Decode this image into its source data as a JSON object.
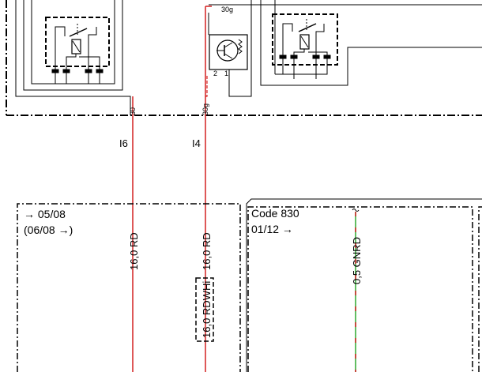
{
  "wires": {
    "left_pin": "30",
    "right_pin": "30g",
    "top_terminal": "30g",
    "left_connector": "I6",
    "right_connector": "I4",
    "wire_left": "16,0 RD",
    "wire_right": "16,0 RD",
    "wire_right_alt": "16,0 RDWHi",
    "wire_green": "0,5 GNRD"
  },
  "transistor": {
    "pin_2": "2",
    "pin_1": "1"
  },
  "sections": {
    "left_from": "→ 05/08",
    "left_until": "(06/08 →)",
    "code_label": "Code 830",
    "code_date": "01/12 →"
  },
  "colors": {
    "red_wire": "#d42020",
    "green_wire": "#2ea82e",
    "line": "#000000"
  }
}
